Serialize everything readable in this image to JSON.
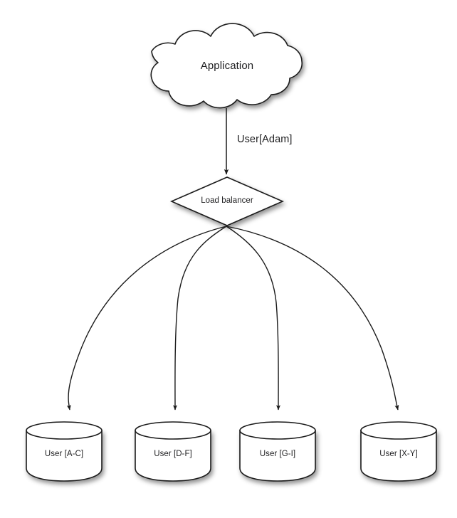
{
  "diagram": {
    "type": "architecture-flow",
    "background_color": "#ffffff",
    "stroke_color": "#1a1a1a",
    "fill_color": "#ffffff",
    "text_color": "#1d1d1f",
    "nodes": {
      "application": {
        "label": "Application",
        "shape": "cloud",
        "icon": "cloud-icon"
      },
      "load_balancer": {
        "label": "Load balancer",
        "shape": "diamond",
        "icon": "diamond-icon"
      },
      "databases": [
        {
          "label": "User [A-C]",
          "shape": "cylinder",
          "icon": "database-icon"
        },
        {
          "label": "User [D-F]",
          "shape": "cylinder",
          "icon": "database-icon"
        },
        {
          "label": "User [G-I]",
          "shape": "cylinder",
          "icon": "database-icon"
        },
        {
          "label": "User [X-Y]",
          "shape": "cylinder",
          "icon": "database-icon"
        }
      ]
    },
    "edges": [
      {
        "from": "application",
        "to": "load_balancer",
        "label": "User[Adam]",
        "style": "straight-arrow"
      },
      {
        "from": "load_balancer",
        "to": "User [A-C]",
        "label": "",
        "style": "curved-arrow"
      },
      {
        "from": "load_balancer",
        "to": "User [D-F]",
        "label": "",
        "style": "curved-arrow"
      },
      {
        "from": "load_balancer",
        "to": "User [G-I]",
        "label": "",
        "style": "curved-arrow"
      },
      {
        "from": "load_balancer",
        "to": "User [X-Y]",
        "label": "",
        "style": "curved-arrow"
      }
    ]
  }
}
